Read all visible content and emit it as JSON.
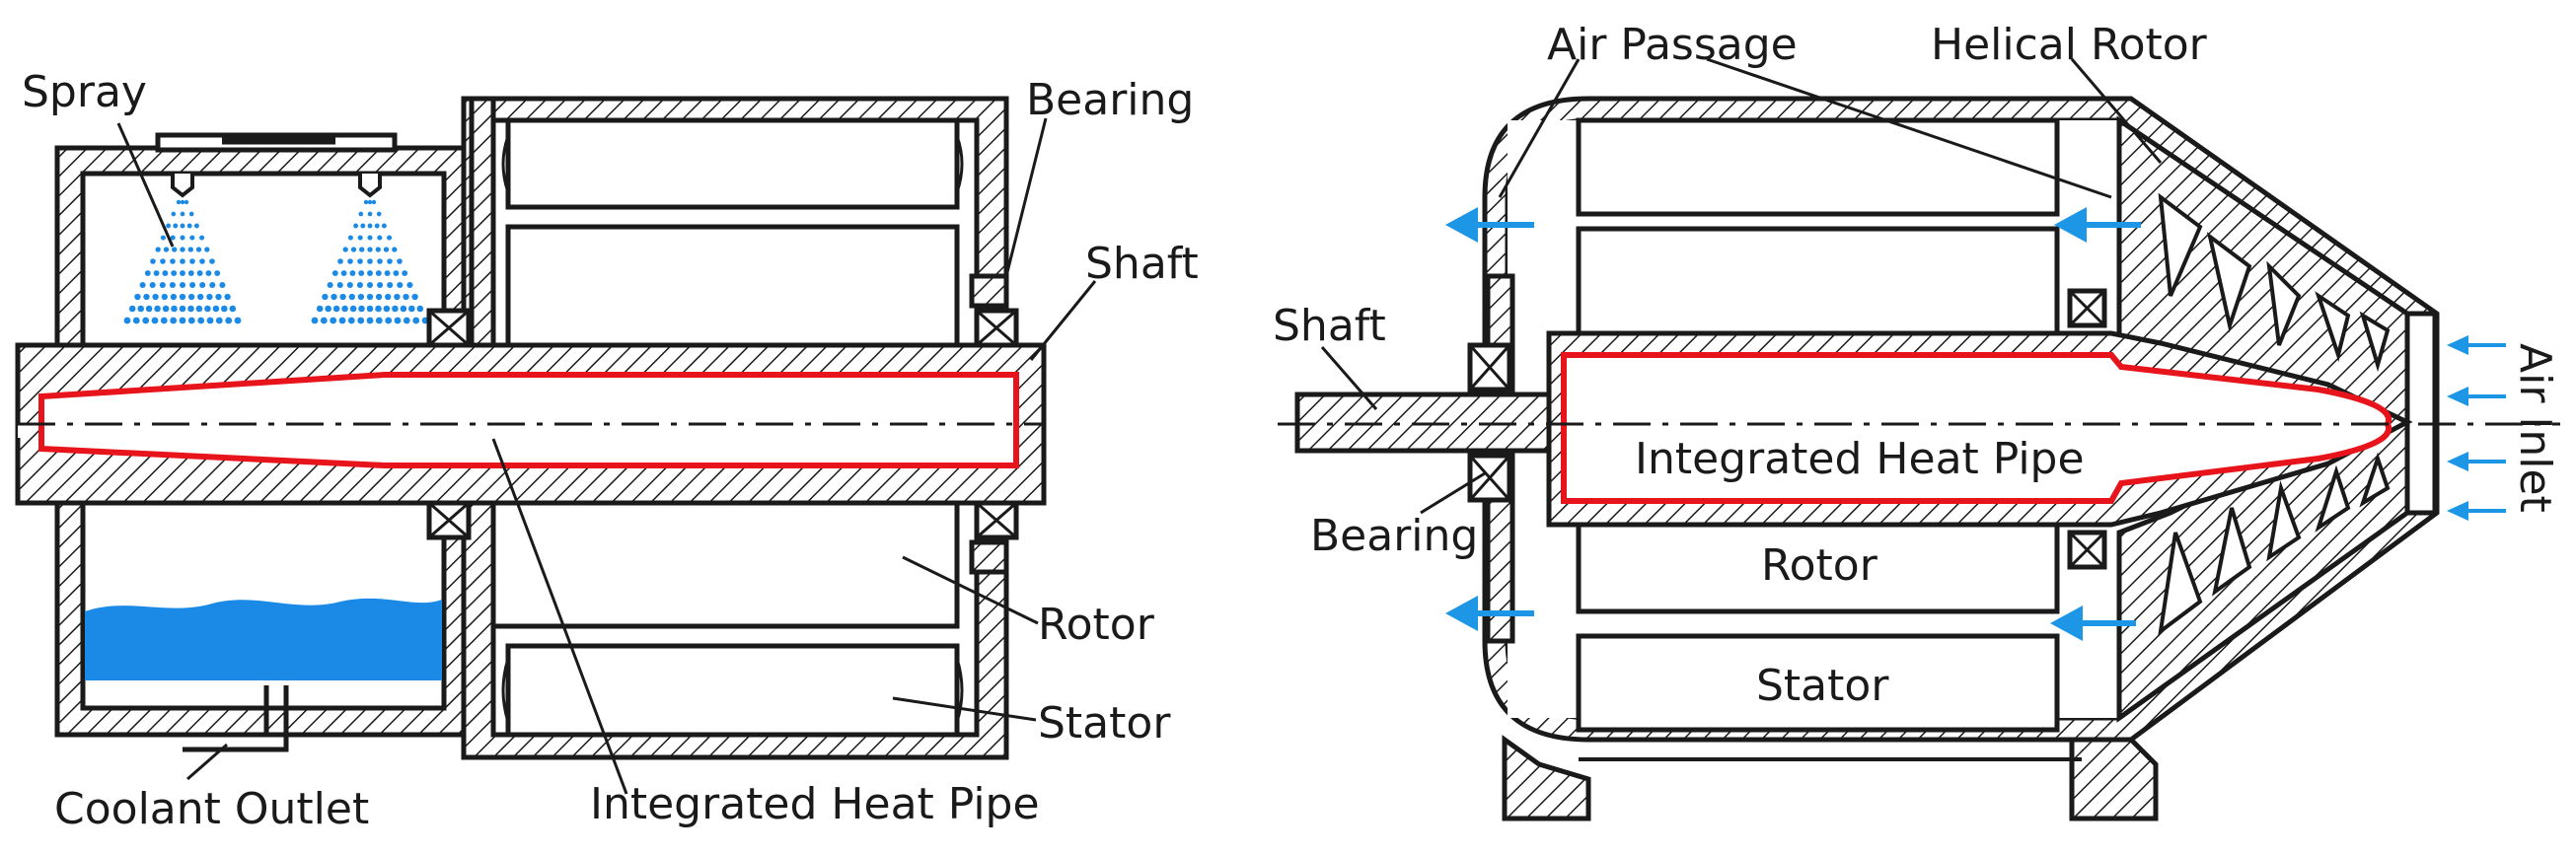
{
  "colors": {
    "outline": "#1a1a1a",
    "heat_pipe": "#e8141b",
    "coolant": "#1a8ae6",
    "air_arrow": "#1e96e6",
    "background": "#ffffff"
  },
  "left_diagram": {
    "labels": {
      "spray": "Spray",
      "bearing": "Bearing",
      "shaft": "Shaft",
      "rotor": "Rotor",
      "stator": "Stator",
      "coolant_outlet": "Coolant Outlet",
      "heat_pipe": "Integrated Heat Pipe"
    }
  },
  "right_diagram": {
    "labels": {
      "air_passage": "Air Passage",
      "helical_rotor": "Helical Rotor",
      "shaft": "Shaft",
      "bearing": "Bearing",
      "heat_pipe": "Integrated Heat Pipe",
      "rotor": "Rotor",
      "stator": "Stator",
      "air_inlet": "Air Inlet"
    }
  }
}
